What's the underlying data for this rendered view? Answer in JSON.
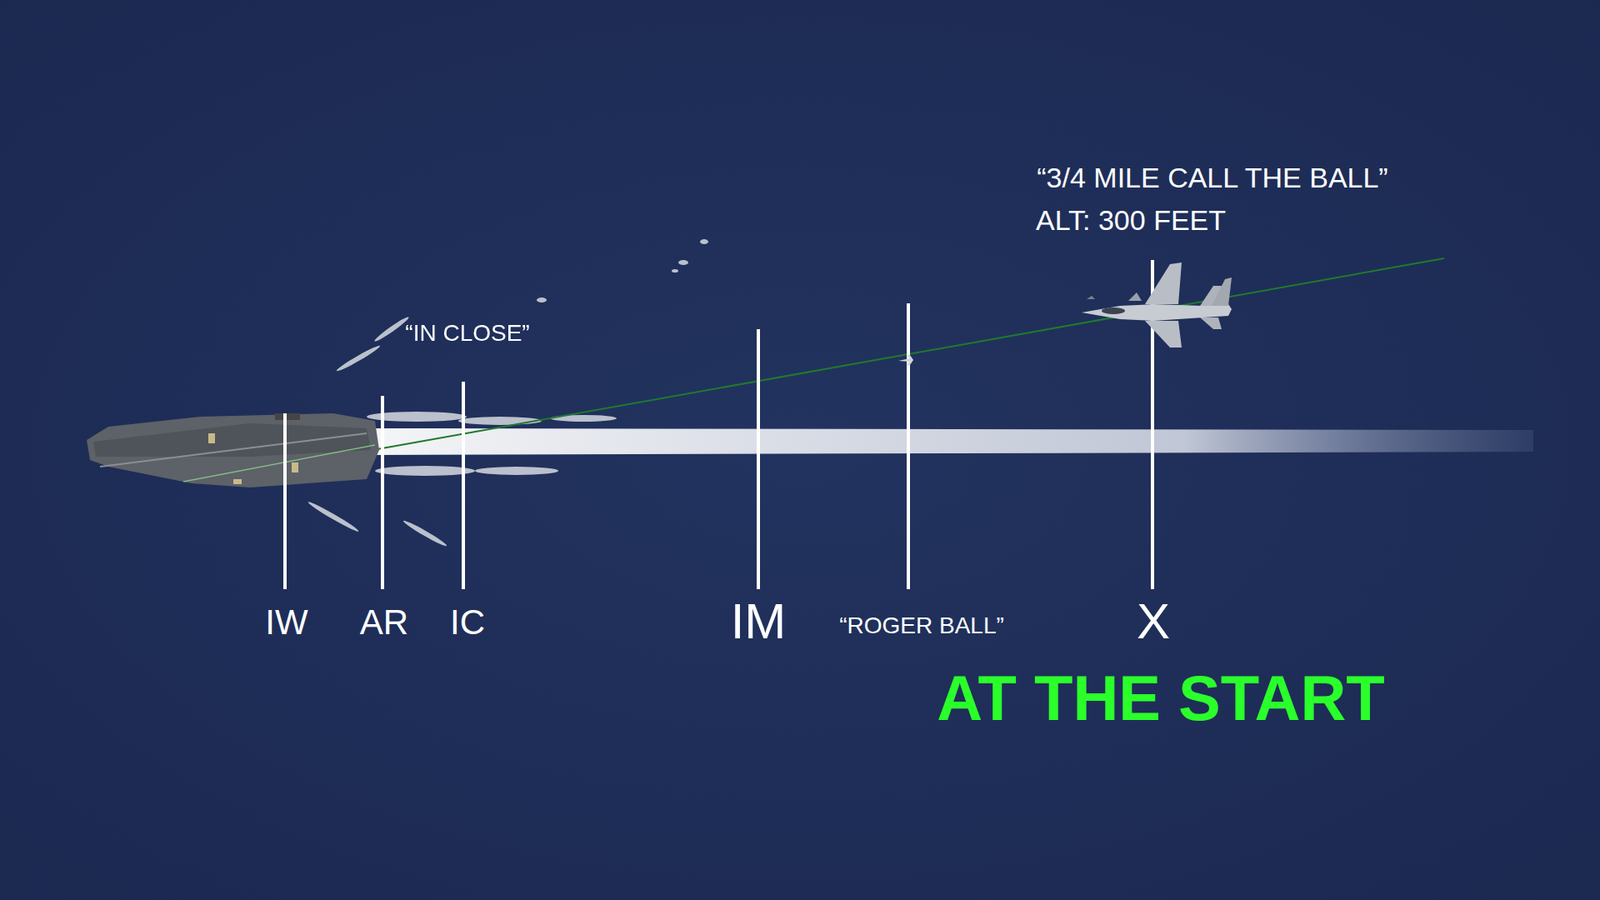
{
  "diagram": {
    "labels": [
      "“3/4 MILE CALL THE BALL”",
      "ALT: 300 FEET",
      "“IN CLOSE”",
      "IW",
      "AR",
      "IC",
      "IM",
      "“ROGER BALL”",
      "X",
      "AT THE START"
    ]
  }
}
